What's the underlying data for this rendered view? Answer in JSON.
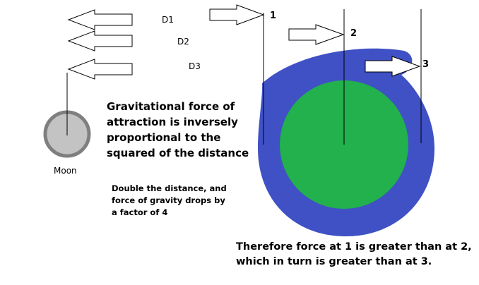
{
  "labels": {
    "d1": "D1",
    "d2": "D2",
    "d3": "D3",
    "point1": "1",
    "point2": "2",
    "point3": "3",
    "moon": "Moon"
  },
  "text": {
    "main_lines": [
      "Gravitational force of",
      "attraction  is inversely",
      "proportional to the",
      "squared of the distance"
    ],
    "note_lines": [
      "Double the distance, and",
      "force of gravity drops by",
      "a factor of 4"
    ],
    "bottom_lines": [
      "Therefore force at 1 is greater than at 2,",
      "which in turn is greater than at 3."
    ]
  },
  "colors": {
    "ocean": "#3f51c4",
    "earth_core": "#22b14c",
    "moon_fill": "#c3c3c3",
    "moon_border": "#7f7f7f",
    "lines": "#000000",
    "arrow_fill": "#ffffff",
    "background": "#ffffff"
  }
}
